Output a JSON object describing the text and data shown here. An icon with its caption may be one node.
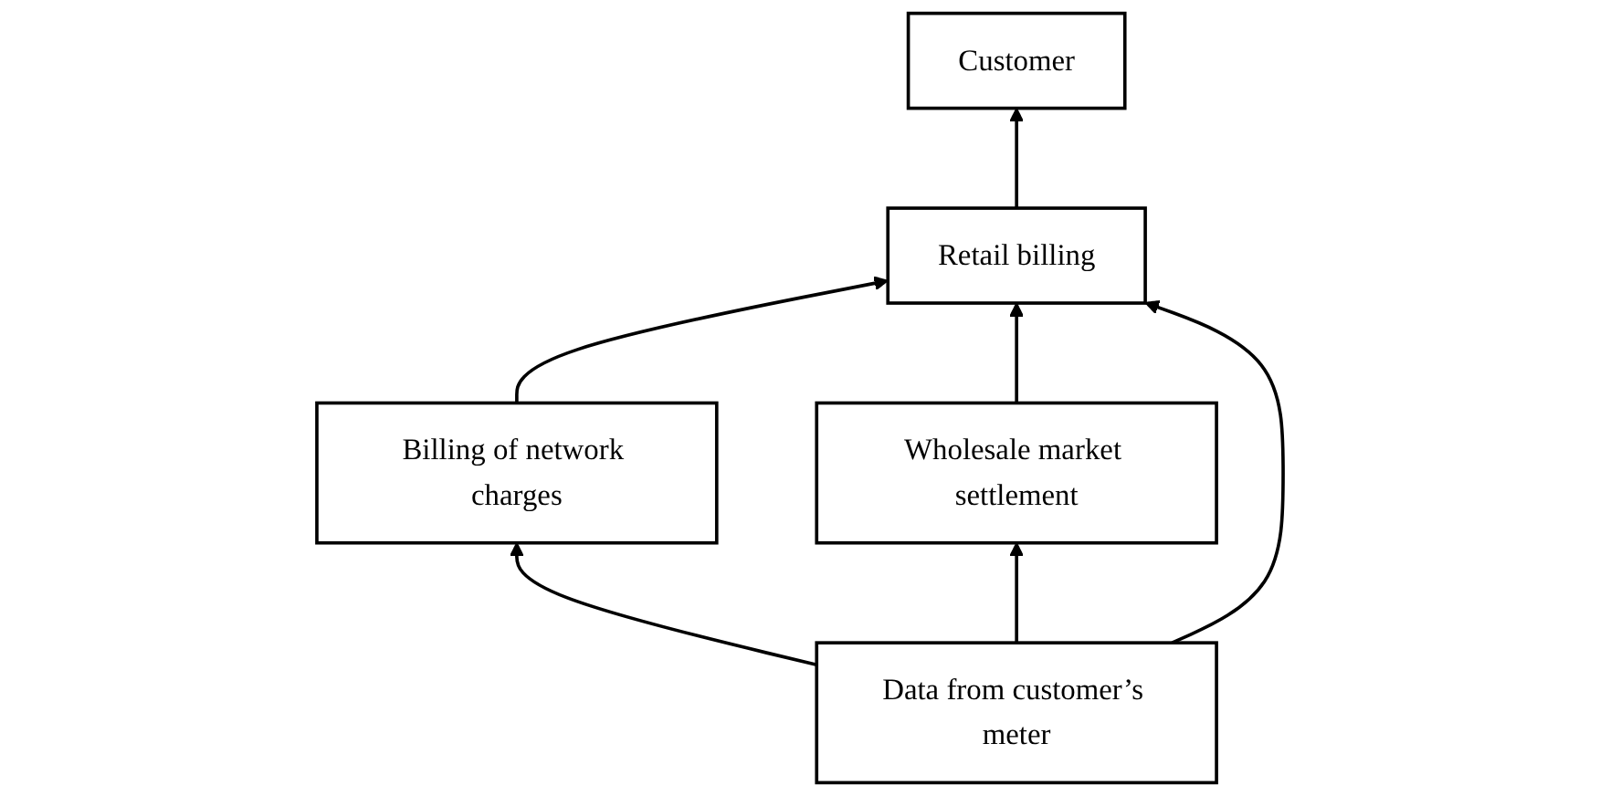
{
  "diagram": {
    "nodes": [
      {
        "text": [
          "Customer"
        ]
      },
      {
        "text": [
          "Billing of network charges"
        ]
      },
      {
        "text": [
          "Retail billing"
        ]
      },
      {
        "text": [
          "Wholesale market settlement"
        ]
      },
      {
        "text": [
          "Data from customer’s meter"
        ]
      }
    ],
    "edges": [
      {
        "from": 2,
        "to": 0,
        "arrow": "to"
      },
      {
        "from": 1,
        "to": 2,
        "arrow": "to"
      },
      {
        "from": 3,
        "to": 2,
        "arrow": "to"
      },
      {
        "from": 4,
        "to": 1,
        "arrow": "to"
      },
      {
        "from": 4,
        "to": 2,
        "arrow": "to"
      },
      {
        "from": 4,
        "to": 3,
        "arrow": "to"
      }
    ]
  }
}
